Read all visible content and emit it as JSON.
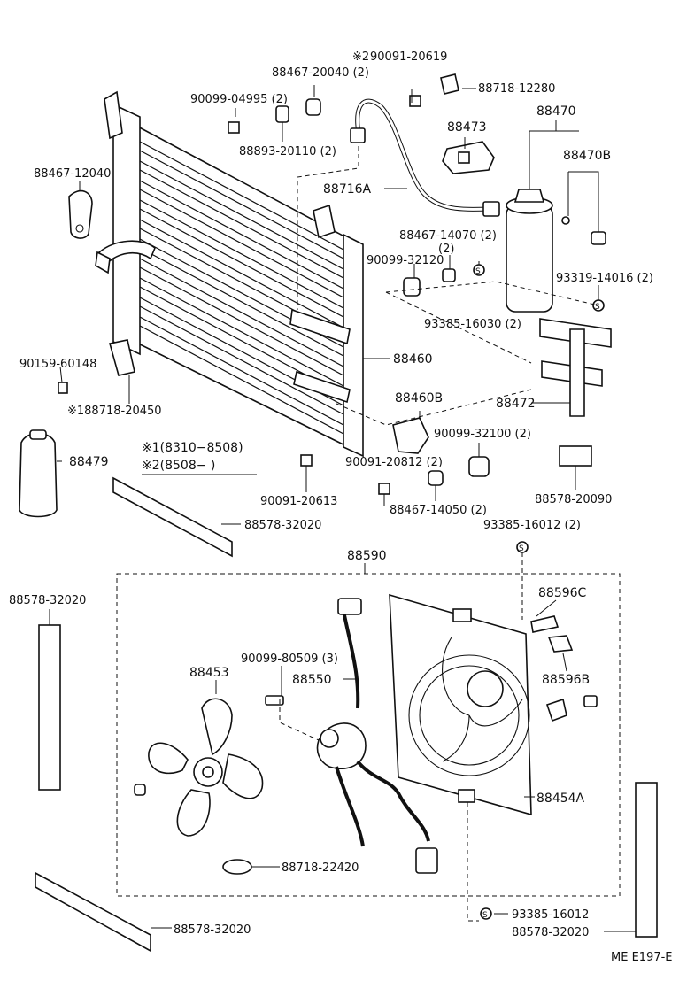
{
  "labels": {
    "star2_note": "※2",
    "p_90091_20619": "90091-20619",
    "p_88467_20040": "88467-20040 (2)",
    "p_88718_12280": "88718-12280",
    "p_90099_04995": "90099-04995 (2)",
    "p_88470": "88470",
    "p_88473": "88473",
    "p_88893_20110": "88893-20110 (2)",
    "p_88470B": "88470B",
    "p_88467_12040": "88467-12040",
    "p_88716A": "88716A",
    "p_88467_14070": "88467-14070 (2)",
    "p_2_note": "(2)",
    "p_90099_32120": "90099-32120",
    "p_93319_14016": "93319-14016 (2)",
    "p_93385_16030": "93385-16030 (2)",
    "p_88460": "88460",
    "p_90159_60148": "90159-60148",
    "p_88472": "88472",
    "p_188718_20450": "※188718-20450",
    "p_88460B": "88460B",
    "p_90099_32100": "90099-32100 (2)",
    "p_88479": "88479",
    "legend1": "※1(8310−8508)",
    "legend2": "※2(8508−      )",
    "p_90091_20812": "90091-20812 (2)",
    "p_88578_20090": "88578-20090",
    "p_90091_20613": "90091-20613",
    "p_88467_14050": "88467-14050 (2)",
    "p_88578_32020_a": "88578-32020",
    "p_93385_16012_a": "93385-16012 (2)",
    "p_88590": "88590",
    "p_88578_32020_b": "88578-32020",
    "p_88596C": "88596C",
    "p_90099_80509": "90099-80509 (3)",
    "p_88453": "88453",
    "p_88550": "88550",
    "p_88596B": "88596B",
    "p_88454A": "88454A",
    "p_88718_22420": "88718-22420",
    "p_88578_32020_c": "88578-32020",
    "p_93385_16012_b": "93385-16012",
    "p_88578_32020_d": "88578-32020",
    "s_mark": "S",
    "footer_code": "ME E197-E"
  }
}
